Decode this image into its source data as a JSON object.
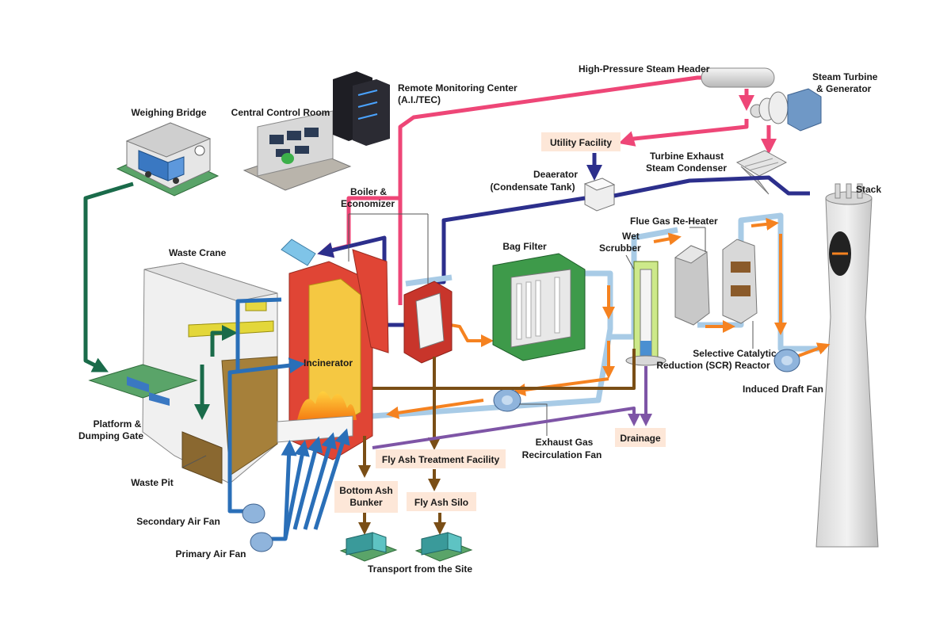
{
  "labels": {
    "weighing_bridge": "Weighing Bridge",
    "central_control_room": "Central Control Room",
    "remote_monitoring_1": "Remote Monitoring Center",
    "remote_monitoring_2": "(A.I./TEC)",
    "hp_steam_header": "High-Pressure Steam Header",
    "steam_turbine_1": "Steam Turbine",
    "steam_turbine_2": "& Generator",
    "utility_facility": "Utility Facility",
    "turbine_condenser_1": "Turbine Exhaust",
    "turbine_condenser_2": "Steam Condenser",
    "deaerator_1": "Deaerator",
    "deaerator_2": "(Condensate Tank)",
    "boiler_1": "Boiler &",
    "boiler_2": "Economizer",
    "stack": "Stack",
    "flue_gas_reheater": "Flue Gas Re-Heater",
    "wet_scrubber_1": "Wet",
    "wet_scrubber_2": "Scrubber",
    "bag_filter": "Bag Filter",
    "waste_crane": "Waste Crane",
    "incinerator": "Incinerator",
    "scr_1": "Selective Catalytic",
    "scr_2": "Reduction (SCR) Reactor",
    "induced_draft_fan": "Induced Draft Fan",
    "platform_1": "Platform &",
    "platform_2": "Dumping Gate",
    "waste_pit": "Waste Pit",
    "drainage": "Drainage",
    "egr_fan_1": "Exhaust Gas",
    "egr_fan_2": "Recirculation Fan",
    "fly_ash_treatment": "Fly Ash Treatment Facility",
    "bottom_ash_1": "Bottom Ash",
    "bottom_ash_2": "Bunker",
    "fly_ash_silo": "Fly Ash Silo",
    "secondary_air_fan": "Secondary Air Fan",
    "primary_air_fan": "Primary Air Fan",
    "transport": "Transport from the Site"
  },
  "colors": {
    "waste_flow": "#1a6b4a",
    "steam": "#ee4677",
    "condensate": "#2c2f8c",
    "air": "#2a6fb8",
    "flue_gas": "#a8cbe6",
    "gas_direction": "#f58220",
    "ash": "#7a4e16",
    "drainage": "#7e55a6",
    "label_box": "#fde7d8"
  },
  "icons": [
    "truck-icon",
    "server-icon",
    "computer-icon",
    "fire-icon",
    "fan-icon",
    "turbine-icon"
  ]
}
